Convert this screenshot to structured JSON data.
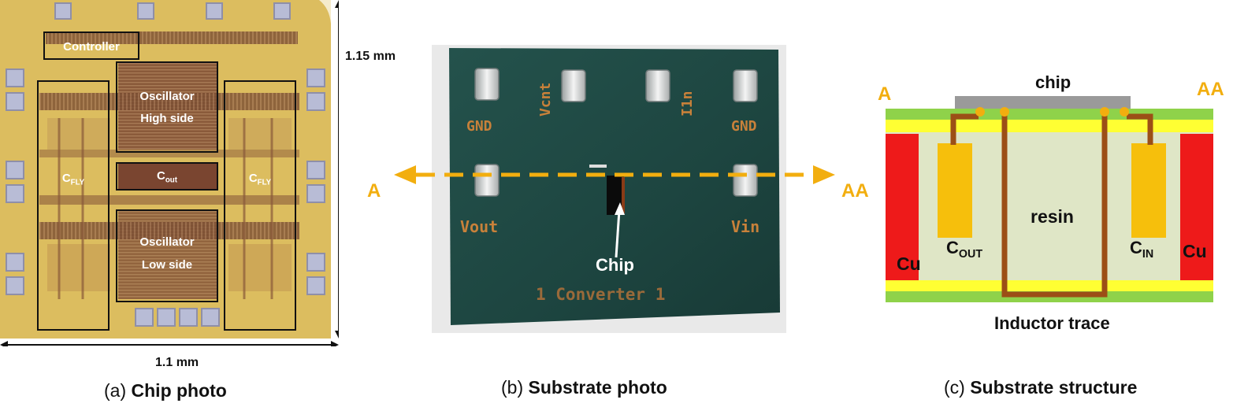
{
  "panel_a": {
    "caption_prefix": "(a)",
    "caption_title": "Chip photo",
    "width_label": "1.1 mm",
    "height_label": "1.15 mm",
    "blocks": {
      "controller": "Controller",
      "osc_high_line1": "Oscillator",
      "osc_high_line2": "High side",
      "cout_main": "C",
      "cout_sub": "out",
      "osc_low_line1": "Oscillator",
      "osc_low_line2": "Low side",
      "cfly_main": "C",
      "cfly_sub": "FLY"
    }
  },
  "panel_b": {
    "caption_prefix": "(b)",
    "caption_title": "Substrate photo",
    "pads": [
      "GND",
      "Vcnt",
      "I1n",
      "GND",
      "Vout",
      "Vin"
    ],
    "board_text": "1 Converter 1",
    "chip_label": "Chip",
    "section_left": "A",
    "section_right": "AA"
  },
  "panel_c": {
    "caption_prefix": "(c)",
    "caption_title": "Substrate structure",
    "chip": "chip",
    "label_a": "A",
    "label_aa": "AA",
    "cu": "Cu",
    "resin": "resin",
    "cout_main": "C",
    "cout_sub": "OUT",
    "cin_main": "C",
    "cin_sub": "IN",
    "inductor": "Inductor trace"
  },
  "colors": {
    "die": "#d9b85a",
    "board": "#1f4a45",
    "section_line": "#f2ae0f",
    "cu": "#ee1a1a",
    "resin": "#dfe6c6",
    "green_layer": "#8fd24a",
    "yellow_layer": "#ffff33",
    "cap": "#f6bf0c",
    "trace": "#9c4f16",
    "chip_gray": "#9a9a9a"
  }
}
